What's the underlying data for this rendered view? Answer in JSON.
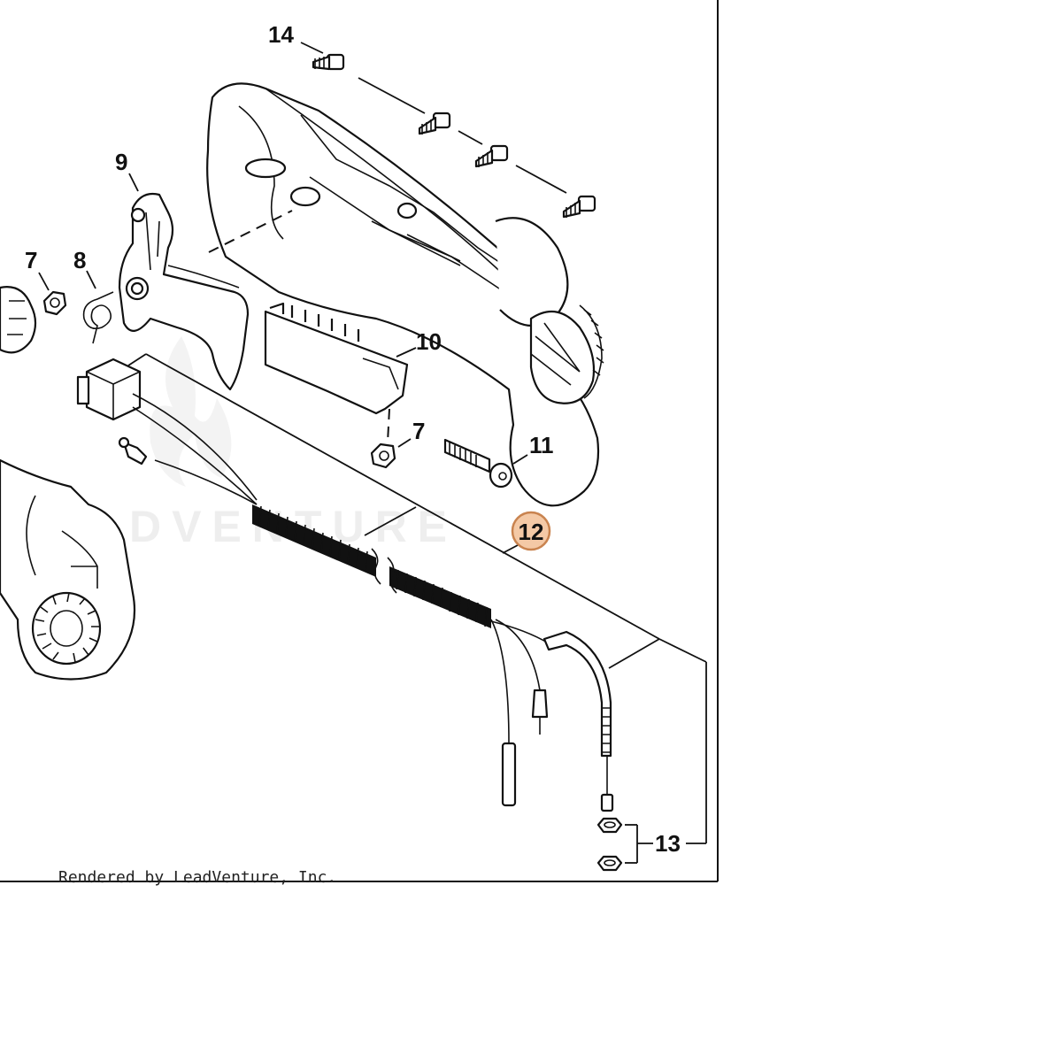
{
  "diagram": {
    "credit": "Rendered by LeadVenture, Inc.",
    "watermark": "LEADVENTURE",
    "highlight_color": "#f4c9a6",
    "highlight_stroke": "#c9834f",
    "callouts": {
      "c14": "14",
      "c9": "9",
      "c7a": "7",
      "c8": "8",
      "c10": "10",
      "c7b": "7",
      "c11": "11",
      "c12": "12",
      "c13": "13"
    }
  }
}
